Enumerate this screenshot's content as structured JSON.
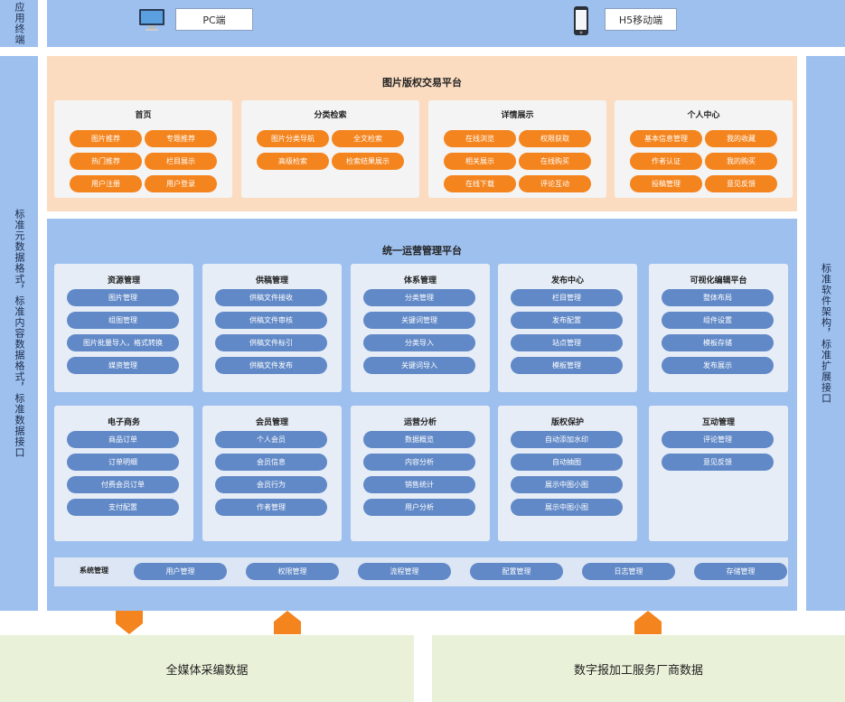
{
  "left_bar": {
    "top": "应用终端",
    "middle": "标准元数据格式，标准内容数据格式，标准数据接口"
  },
  "right_bar": {
    "middle": "标准软件架构，标准扩展接口"
  },
  "terminals": {
    "pc": "PC端",
    "mobile": "H5移动端"
  },
  "portal": {
    "title": "图片版权交易平台",
    "cards": [
      {
        "title": "首页",
        "items": [
          "图片推荐",
          "专题推荐",
          "热门推荐",
          "栏目展示",
          "用户注册",
          "用户登录"
        ]
      },
      {
        "title": "分类检索",
        "items": [
          "图片分类导航",
          "全文检索",
          "高级检索",
          "检索结果展示"
        ]
      },
      {
        "title": "详情展示",
        "items": [
          "在线浏览",
          "权限获取",
          "相关展示",
          "在线购买",
          "在线下载",
          "评论互动"
        ]
      },
      {
        "title": "个人中心",
        "items": [
          "基本信息管理",
          "我的收藏",
          "作者认证",
          "我的购买",
          "投稿管理",
          "意见反馈"
        ]
      }
    ]
  },
  "ops": {
    "title": "统一运营管理平台",
    "row1": [
      {
        "title": "资源管理",
        "items": [
          "图片管理",
          "组图管理",
          "图片批量导入，格式转换",
          "媒资管理"
        ]
      },
      {
        "title": "供稿管理",
        "items": [
          "供稿文件接收",
          "供稿文件审核",
          "供稿文件标引",
          "供稿文件发布"
        ]
      },
      {
        "title": "体系管理",
        "items": [
          "分类管理",
          "关键词管理",
          "分类导入",
          "关键词导入"
        ]
      },
      {
        "title": "发布中心",
        "items": [
          "栏目管理",
          "发布配置",
          "站点管理",
          "模板管理"
        ]
      },
      {
        "title": "可视化编辑平台",
        "items": [
          "整体布局",
          "组件设置",
          "模板存储",
          "发布展示"
        ]
      }
    ],
    "row2": [
      {
        "title": "电子商务",
        "items": [
          "商品订单",
          "订单明细",
          "付费会员订单",
          "支付配置"
        ]
      },
      {
        "title": "会员管理",
        "items": [
          "个人会员",
          "会员信息",
          "会员行为",
          "作者管理"
        ]
      },
      {
        "title": "运营分析",
        "items": [
          "数据概览",
          "内容分析",
          "销售统计",
          "用户分析"
        ]
      },
      {
        "title": "版权保护",
        "items": [
          "自动添加水印",
          "自动抽图",
          "展示中图小图",
          "展示中图小图"
        ]
      },
      {
        "title": "互动管理",
        "items": [
          "评论管理",
          "意见反馈"
        ]
      }
    ],
    "system": {
      "label": "系统管理",
      "items": [
        "用户管理",
        "权限管理",
        "流程管理",
        "配置管理",
        "日志管理",
        "存储管理"
      ]
    }
  },
  "data_sources": [
    "全媒体采编数据",
    "数字报加工服务厂商数据"
  ],
  "colors": {
    "orange": "#f4841d",
    "blue_pill": "#6189c7",
    "blue_bg": "#9ec0ee",
    "peach_bg": "#fcdcc0",
    "green_bg": "#e9f2d8"
  }
}
